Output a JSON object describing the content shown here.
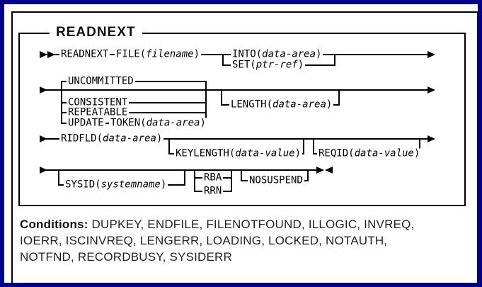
{
  "syntax": {
    "title": "READNEXT",
    "tokens": {
      "readnext": "READNEXT",
      "file_kw": "FILE(",
      "file_var": "filename",
      "into_kw": "INTO(",
      "into_var": "data-area",
      "set_kw": "SET(",
      "set_var": "ptr-ref",
      "uncommitted": "UNCOMMITTED",
      "consistent": "CONSISTENT",
      "repeatable": "REPEATABLE",
      "update": "UPDATE",
      "token_kw": "TOKEN(",
      "token_var": "data-area",
      "length_kw": "LENGTH(",
      "length_var": "data-area",
      "ridfld_kw": "RIDFLD(",
      "ridfld_var": "data-area",
      "keylength_kw": "KEYLENGTH(",
      "keylength_var": "data-value",
      "reqid_kw": "REQID(",
      "reqid_var": "data-value",
      "sysid_kw": "SYSID(",
      "sysid_var": "systemname",
      "rba": "RBA",
      "rrn": "RRN",
      "nosuspend": "NOSUSPEND",
      "close_paren": ")"
    },
    "icons": {
      "start": "double-arrow-right",
      "row_continue": "arrow-right",
      "row_end": "arrow-right",
      "statement_end": "arrow-right-left"
    }
  },
  "conditions": {
    "label": "Conditions:",
    "line1_rest": " DUPKEY, ENDFILE, FILENOTFOUND, ILLOGIC, INVREQ,",
    "line2": "IOERR, ISCINVREQ, LENGERR, LOADING, LOCKED, NOTAUTH,",
    "line3": "NOTFND, RECORDBUSY, SYSIDERR"
  },
  "colors": {
    "frame": "#00008B",
    "line": "#000000",
    "background": "#FFFFFF"
  }
}
